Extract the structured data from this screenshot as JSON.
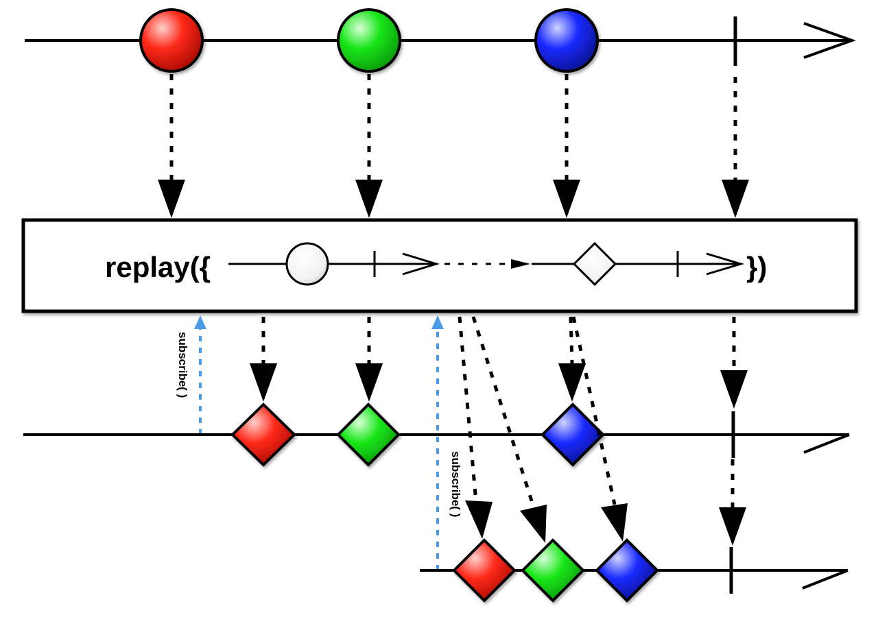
{
  "operator": {
    "name_label": "replay({",
    "close_label": "})"
  },
  "subscribe_labels": {
    "first": "subscribe( )",
    "second": "subscribe( )"
  },
  "colors": {
    "red": "#ff2a1a",
    "green": "#19e619",
    "blue": "#1a2aff",
    "subscribe_arrow": "#4a9be8",
    "line": "#000000"
  },
  "source_events": [
    {
      "color": "red",
      "shape": "circle"
    },
    {
      "color": "green",
      "shape": "circle"
    },
    {
      "color": "blue",
      "shape": "circle"
    },
    {
      "kind": "completion"
    }
  ],
  "first_subscriber_events": [
    {
      "color": "red",
      "shape": "diamond"
    },
    {
      "color": "green",
      "shape": "diamond"
    },
    {
      "color": "blue",
      "shape": "diamond"
    },
    {
      "kind": "completion"
    }
  ],
  "second_subscriber_events": [
    {
      "color": "red",
      "shape": "diamond"
    },
    {
      "color": "green",
      "shape": "diamond"
    },
    {
      "color": "blue",
      "shape": "diamond"
    },
    {
      "kind": "completion"
    }
  ]
}
